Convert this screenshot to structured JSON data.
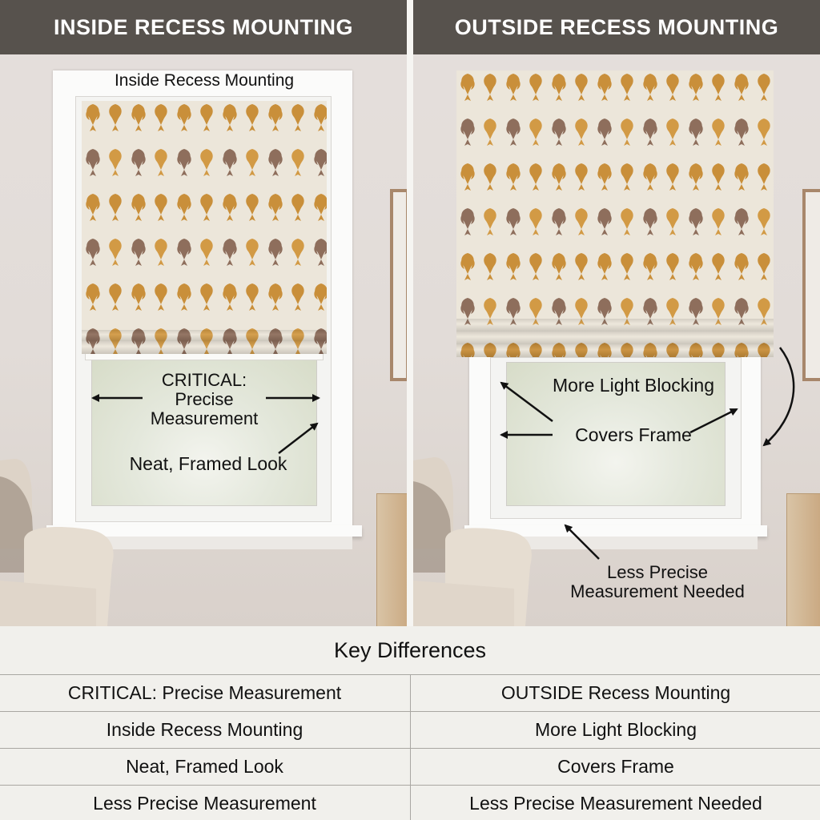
{
  "panels": {
    "left": {
      "header": "INSIDE RECESS MOUNTING",
      "shade_caption": "Inside Recess Mounting",
      "callout_critical": "CRITICAL:\nPrecise\nMeasurement",
      "callout_neat": "Neat, Framed Look"
    },
    "right": {
      "header": "OUTSIDE RECESS MOUNTING",
      "callout_light": "More Light Blocking",
      "callout_covers": "Covers Frame",
      "callout_less": "Less Precise\nMeasurement Needed"
    }
  },
  "key": {
    "title": "Key Differences",
    "rows": [
      {
        "left": "CRITICAL: Precise Measurement",
        "right": "OUTSIDE Recess Mounting"
      },
      {
        "left": "Inside Recess Mounting",
        "right": "More Light Blocking"
      },
      {
        "left": "Neat, Framed Look",
        "right": "Covers Frame"
      },
      {
        "left": "Less Precise Measurement",
        "right": "Less Precise Measurement Needed"
      }
    ]
  },
  "colors": {
    "header_bg": "#57524d",
    "wall": "#e2dcd8",
    "motif_gold": "#c98f3a",
    "motif_brown": "#8e6e5c",
    "fabric": "#ece6da"
  },
  "icons": [
    "arrow-left-icon",
    "arrow-right-icon",
    "arrow-diagonal-icon",
    "curved-arrow-icon",
    "damask-motif-icon"
  ]
}
